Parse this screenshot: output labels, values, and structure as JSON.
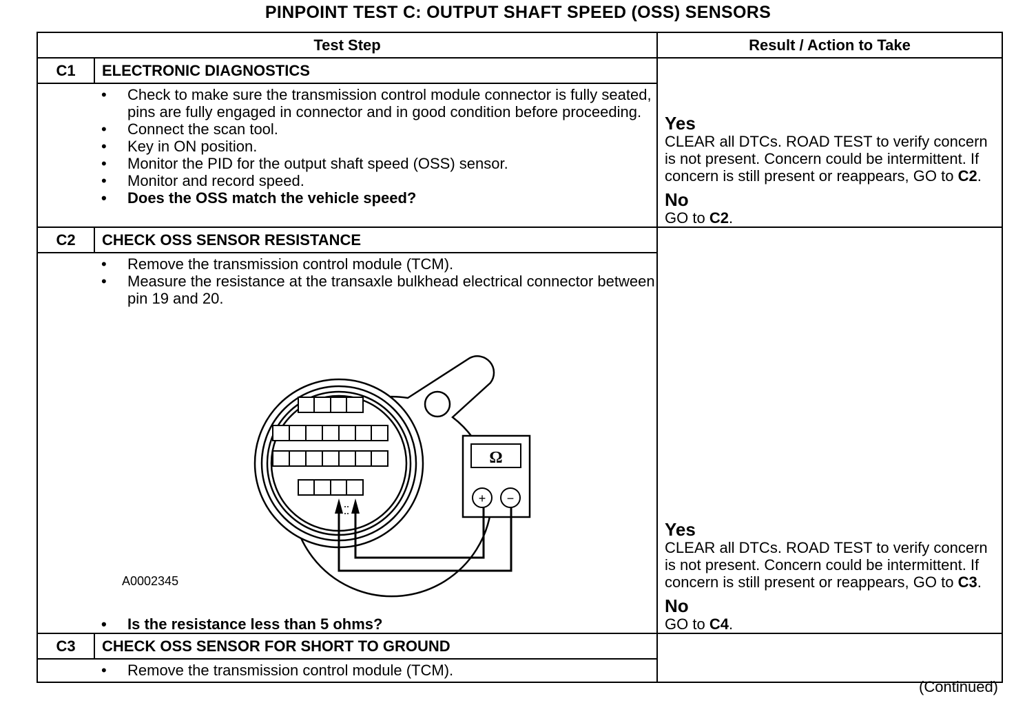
{
  "title": "PINPOINT TEST  C: OUTPUT SHAFT SPEED (OSS) SENSORS",
  "table": {
    "headers": {
      "step": "Test Step",
      "result": "Result / Action to Take"
    },
    "steps": [
      {
        "id": "C1",
        "title": "ELECTRONIC DIAGNOSTICS",
        "bullets": [
          "Check to make sure the transmission control module connector is fully seated, pins are fully engaged in connector and in good condition before proceeding.",
          "Connect the scan tool.",
          "Key in ON position.",
          "Monitor the PID for the output shaft speed (OSS) sensor.",
          "Monitor and record speed."
        ],
        "question": "Does the OSS match the vehicle speed?",
        "yes_label": "Yes",
        "yes_text": "CLEAR all DTCs. ROAD TEST to verify concern is not present. Concern could be intermittent. If concern is still present or reappears, GO to",
        "yes_target": "C2",
        "no_label": "No",
        "no_text": "GO to",
        "no_target": "C2"
      },
      {
        "id": "C2",
        "title": "CHECK OSS SENSOR RESISTANCE",
        "bullets": [
          "Remove the transmission control module (TCM).",
          "Measure the resistance at the transaxle bulkhead electrical connector between pin 19 and 20."
        ],
        "figure_code": "A0002345",
        "meter_symbol": "Ω",
        "plus_symbol": "+",
        "minus_symbol": "−",
        "question": "Is the resistance less than 5 ohms?",
        "yes_label": "Yes",
        "yes_text": "CLEAR all DTCs. ROAD TEST to verify concern is not present. Concern could be intermittent. If concern is still present or reappears, GO to",
        "yes_target": "C3",
        "no_label": "No",
        "no_text": "GO to",
        "no_target": "C4"
      },
      {
        "id": "C3",
        "title": "CHECK OSS SENSOR FOR SHORT TO GROUND",
        "bullets": [
          "Remove the transmission control module (TCM)."
        ]
      }
    ]
  },
  "continued": "(Continued)"
}
